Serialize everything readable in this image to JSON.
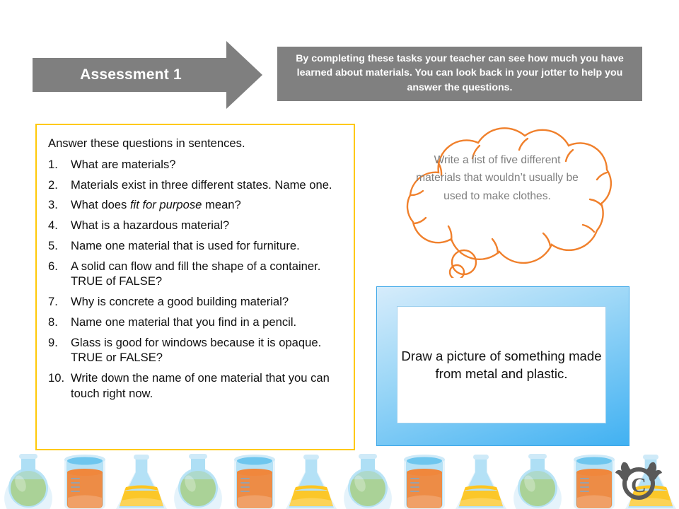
{
  "slide": {
    "title_arrow": {
      "label": "Assessment 1",
      "fill_color": "#7F7F7F",
      "text_color": "#FFFFFF"
    },
    "intro_banner": {
      "text": "By completing these tasks your teacher can see how much you have learned about materials. You can look back in your jotter to help you answer the questions.",
      "fill_color": "#808080",
      "text_color": "#FFFFFF"
    },
    "questions_panel": {
      "border_color": "#FFC907",
      "intro": "Answer these questions in sentences.",
      "items": [
        {
          "number": "1.",
          "text": "What are materials?",
          "italic_part": ""
        },
        {
          "number": "2.",
          "text": "Materials exist in three different states. Name one.",
          "italic_part": ""
        },
        {
          "number": "3.",
          "text": "What does fit for purpose mean?",
          "italic_part": "fit for purpose"
        },
        {
          "number": "4.",
          "text": "What is a hazardous material?",
          "italic_part": ""
        },
        {
          "number": "5.",
          "text": "Name one material that is used for furniture.",
          "italic_part": ""
        },
        {
          "number": "6.",
          "text": "A solid can flow and fill the shape of a container. TRUE of FALSE?",
          "italic_part": ""
        },
        {
          "number": "7.",
          "text": "Why is concrete a good building material?",
          "italic_part": ""
        },
        {
          "number": "8.",
          "text": "Name one material that you find in a pencil.",
          "italic_part": ""
        },
        {
          "number": "9.",
          "text": "Glass is good for windows because it is opaque. TRUE or FALSE?",
          "italic_part": ""
        },
        {
          "number": "10.",
          "text": "Write down the name of one material that you can touch right now.",
          "italic_part": ""
        }
      ]
    },
    "thought_cloud": {
      "text": "Write a list of five different materials that wouldn’t usually be used to make clothes.",
      "outline_color": "#F0802C",
      "text_color": "#7F7F7F"
    },
    "draw_box": {
      "text": "Draw a picture of something made from metal and plastic.",
      "frame_color": "#41B1F2",
      "inner_color": "#FFFFFF",
      "text_color": "#111111"
    },
    "flask_strip": {
      "items": [
        {
          "shape": "round-flask",
          "liquid_color": "#A9D08E"
        },
        {
          "shape": "beaker",
          "liquid_color": "#F0873C"
        },
        {
          "shape": "conical-flask",
          "liquid_color": "#FFC51E"
        },
        {
          "shape": "round-flask",
          "liquid_color": "#A9D08E"
        },
        {
          "shape": "beaker",
          "liquid_color": "#F0873C"
        },
        {
          "shape": "conical-flask",
          "liquid_color": "#FFC51E"
        },
        {
          "shape": "round-flask",
          "liquid_color": "#A9D08E"
        },
        {
          "shape": "beaker",
          "liquid_color": "#F0873C"
        },
        {
          "shape": "conical-flask",
          "liquid_color": "#FFC51E"
        },
        {
          "shape": "round-flask",
          "liquid_color": "#A9D08E"
        },
        {
          "shape": "beaker",
          "liquid_color": "#F0873C"
        },
        {
          "shape": "conical-flask",
          "liquid_color": "#FFC51E"
        }
      ],
      "glass_color": "#AEDFF5"
    },
    "logo": {
      "name": "copyright-moose-logo",
      "glyph": "©",
      "color": "#595959"
    }
  }
}
